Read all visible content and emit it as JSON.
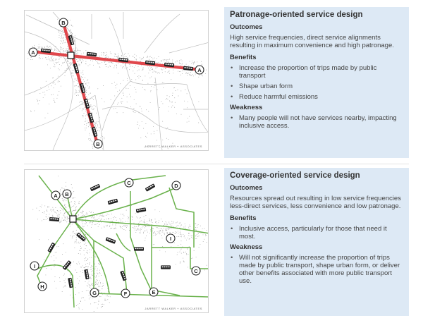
{
  "sections": [
    {
      "title": "Patronage-oriented service design",
      "outcomes_heading": "Outcomes",
      "outcomes_text": "High service frequencies, direct service alignments resulting in  maximum convenience and high patronage.",
      "benefits_heading": "Benefits",
      "benefits": [
        "Increase the proportion  of trips made by public transport",
        "Shape urban form",
        "Reduce harmful emissions"
      ],
      "weakness_heading": "Weakness",
      "weaknesses": [
        "Many people will not have services nearby, impacting inclusive access."
      ],
      "map": {
        "credit": "JARRETT WALKER + ASSOCIATES",
        "route_color": "#e0474c",
        "labels": [
          "A",
          "A",
          "B",
          "B"
        ]
      }
    },
    {
      "title": "Coverage-oriented service design",
      "outcomes_heading": "Outcomes",
      "outcomes_text": "Resources spread out resulting in low service frequencies  less-direct services, less convenience  and low patronage.",
      "benefits_heading": "Benefits",
      "benefits": [
        "Inclusive access, particularly for those that need it most."
      ],
      "weakness_heading": "Weakness",
      "weaknesses": [
        "Will not significantly increase the proportion  of trips made by public transport, shape urban form, or deliver  other benefits associated with more public transport use."
      ],
      "map": {
        "credit": "JARRETT WALKER + ASSOCIATES",
        "route_color": "#6ab24c",
        "labels": [
          "A",
          "B",
          "C",
          "D",
          "I",
          "C",
          "I",
          "H",
          "G",
          "F",
          "E"
        ]
      }
    }
  ]
}
